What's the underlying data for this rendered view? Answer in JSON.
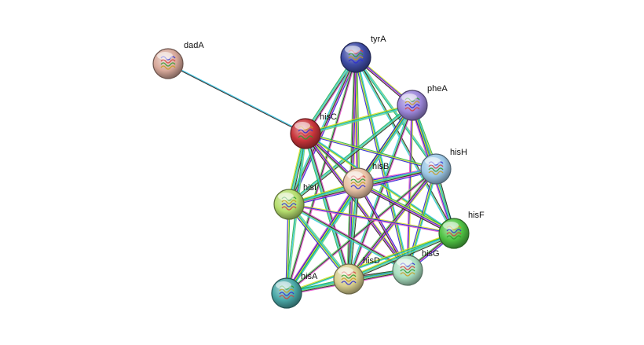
{
  "network": {
    "nodes": [
      {
        "id": "dadA",
        "label": "dadA",
        "color": "#d7a89a",
        "icon": "protein-structure-icon"
      },
      {
        "id": "tyrA",
        "label": "tyrA",
        "color": "#3f4ca6",
        "icon": "protein-structure-icon"
      },
      {
        "id": "pheA",
        "label": "pheA",
        "color": "#9b86d9",
        "icon": "protein-structure-icon"
      },
      {
        "id": "hisC",
        "label": "hisC",
        "color": "#c8343a",
        "icon": "protein-structure-icon"
      },
      {
        "id": "hisH",
        "label": "hisH",
        "color": "#9cc7e6",
        "icon": "protein-structure-icon"
      },
      {
        "id": "hisB",
        "label": "hisB",
        "color": "#e8c2a6",
        "icon": "protein-structure-icon"
      },
      {
        "id": "hisI",
        "label": "hisI",
        "color": "#b5dd6e",
        "icon": "protein-structure-icon"
      },
      {
        "id": "hisF",
        "label": "hisF",
        "color": "#4fc243",
        "icon": "protein-structure-icon"
      },
      {
        "id": "hisG",
        "label": "hisG",
        "color": "#a9dfc0",
        "icon": "protein-structure-icon"
      },
      {
        "id": "hisD",
        "label": "hisD",
        "color": "#d8cf8f",
        "icon": "protein-structure-icon"
      },
      {
        "id": "hisA",
        "label": "hisA",
        "color": "#4aa8a7",
        "icon": "protein-structure-icon"
      }
    ],
    "edge_palette": [
      "#2ac7e8",
      "#28b34a",
      "#d9e021",
      "#1f1fd6",
      "#e14cc7",
      "#222222",
      "#6fd36f"
    ],
    "edges": [
      [
        "dadA",
        "hisC"
      ],
      [
        "tyrA",
        "pheA"
      ],
      [
        "tyrA",
        "hisC"
      ],
      [
        "tyrA",
        "hisH"
      ],
      [
        "tyrA",
        "hisB"
      ],
      [
        "tyrA",
        "hisI"
      ],
      [
        "tyrA",
        "hisF"
      ],
      [
        "tyrA",
        "hisG"
      ],
      [
        "tyrA",
        "hisD"
      ],
      [
        "tyrA",
        "hisA"
      ],
      [
        "pheA",
        "hisC"
      ],
      [
        "pheA",
        "hisH"
      ],
      [
        "pheA",
        "hisB"
      ],
      [
        "pheA",
        "hisI"
      ],
      [
        "pheA",
        "hisF"
      ],
      [
        "pheA",
        "hisG"
      ],
      [
        "pheA",
        "hisD"
      ],
      [
        "pheA",
        "hisA"
      ],
      [
        "hisC",
        "hisH"
      ],
      [
        "hisC",
        "hisB"
      ],
      [
        "hisC",
        "hisI"
      ],
      [
        "hisC",
        "hisF"
      ],
      [
        "hisC",
        "hisG"
      ],
      [
        "hisC",
        "hisD"
      ],
      [
        "hisC",
        "hisA"
      ],
      [
        "hisH",
        "hisB"
      ],
      [
        "hisH",
        "hisI"
      ],
      [
        "hisH",
        "hisF"
      ],
      [
        "hisH",
        "hisG"
      ],
      [
        "hisH",
        "hisD"
      ],
      [
        "hisH",
        "hisA"
      ],
      [
        "hisB",
        "hisI"
      ],
      [
        "hisB",
        "hisF"
      ],
      [
        "hisB",
        "hisG"
      ],
      [
        "hisB",
        "hisD"
      ],
      [
        "hisB",
        "hisA"
      ],
      [
        "hisI",
        "hisF"
      ],
      [
        "hisI",
        "hisG"
      ],
      [
        "hisI",
        "hisD"
      ],
      [
        "hisI",
        "hisA"
      ],
      [
        "hisF",
        "hisG"
      ],
      [
        "hisF",
        "hisD"
      ],
      [
        "hisF",
        "hisA"
      ],
      [
        "hisG",
        "hisD"
      ],
      [
        "hisG",
        "hisA"
      ],
      [
        "hisD",
        "hisA"
      ]
    ]
  }
}
